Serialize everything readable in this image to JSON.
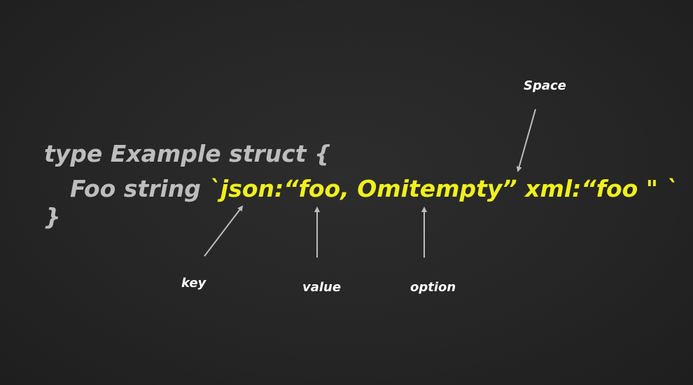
{
  "code": {
    "line1": "type Example struct {",
    "line2_field": "Foo string ",
    "line2_tag": "`json:“foo, Omitempty” xml:“foo \" `",
    "line3": "}"
  },
  "annotations": {
    "space": "Space",
    "key": "key",
    "value": "value",
    "option": "option"
  },
  "colors": {
    "background": "#262626",
    "code_text": "#bdbdbd",
    "tag_text": "#f0f01e",
    "label_text": "#ffffff",
    "arrow": "#bdbdbd"
  }
}
